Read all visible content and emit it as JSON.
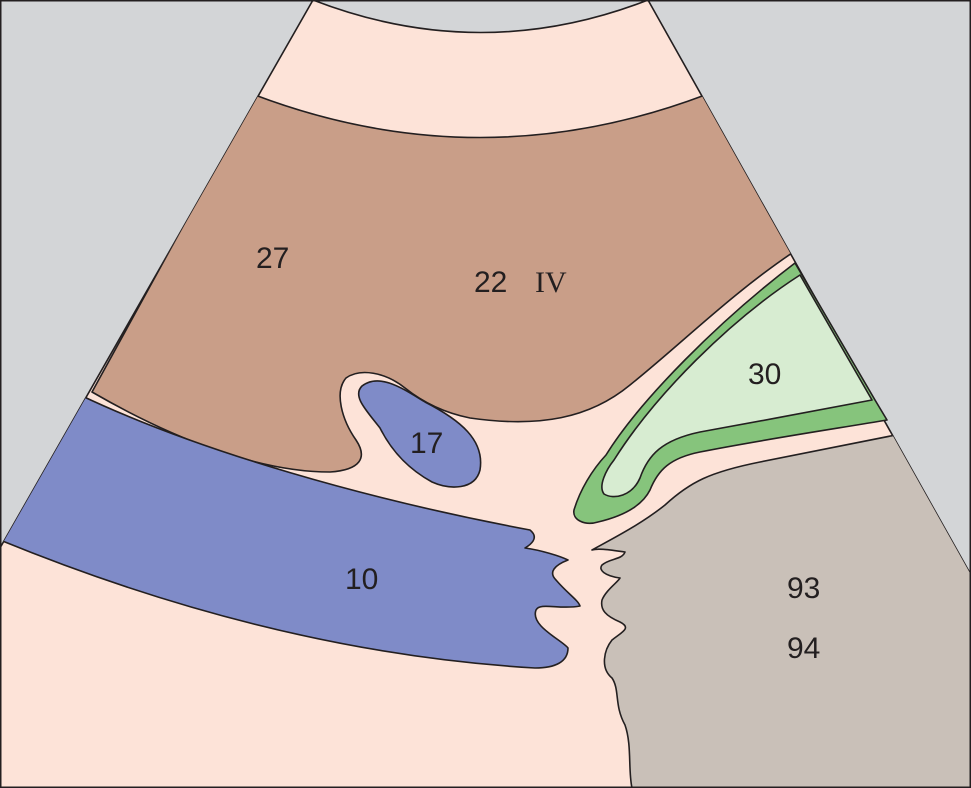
{
  "diagram": {
    "colors": {
      "background": "#d3d5d7",
      "soft_tissue": "#fde3d8",
      "liver": "#c99e88",
      "vessel": "#7f8bc8",
      "gallbladder_fill": "#d7ecd1",
      "gallbladder_wall": "#86c47c",
      "stomach": "#c9c0b8",
      "outline": "#231f20"
    },
    "labels": {
      "liver_left": "27",
      "liver_center": "22",
      "liver_segment": "IV",
      "small_vessel": "17",
      "large_vessel": "10",
      "gallbladder": "30",
      "region_upper": "93",
      "region_lower": "94"
    }
  }
}
